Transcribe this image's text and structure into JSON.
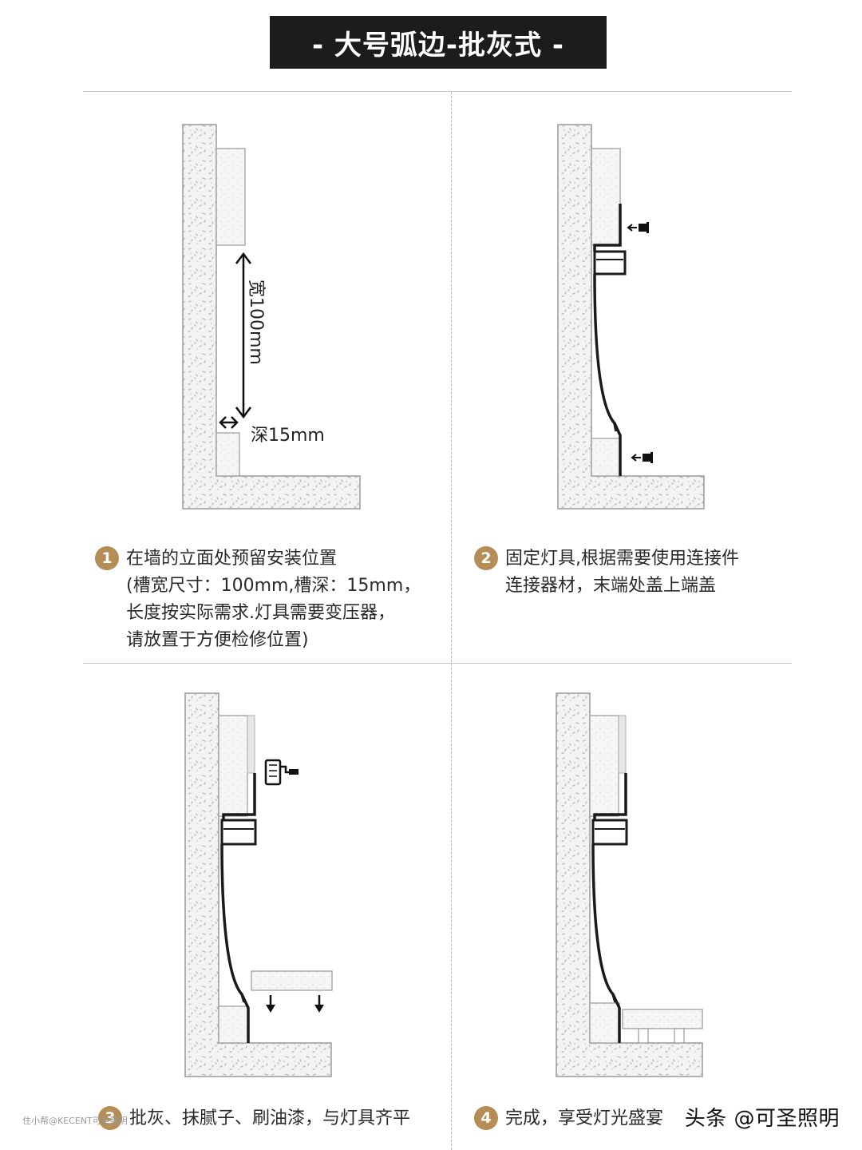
{
  "title": "- 大号弧边-批灰式 -",
  "panel1": {
    "width_label": "宽100mm",
    "depth_label": "深15mm"
  },
  "steps": [
    {
      "number": "1",
      "lines": [
        "在墙的立面处预留安装位置",
        "(槽宽尺寸：100mm,槽深：15mm，",
        "长度按实际需求.灯具需要变压器，",
        "请放置于方便检修位置)"
      ]
    },
    {
      "number": "2",
      "lines": [
        "固定灯具,根据需要使用连接件",
        "连接器材，末端处盖上端盖"
      ]
    },
    {
      "number": "3",
      "lines": [
        "批灰、抹腻子、刷油漆，与灯具齐平"
      ]
    },
    {
      "number": "4",
      "lines": [
        "完成，享受灯光盛宴"
      ]
    }
  ],
  "watermark": "头条 @可圣照明",
  "faint_watermark": "住小帮@KECENT可圣照明",
  "icons": [
    "screw-icon",
    "paint-roller-icon",
    "down-arrow-icon",
    "double-arrow-icon"
  ],
  "colors": {
    "title_bg": "#1c1c1c",
    "badge": "#b58d57",
    "wall_fill": "#f2f2f2",
    "speckle": "#b4b4b4"
  }
}
